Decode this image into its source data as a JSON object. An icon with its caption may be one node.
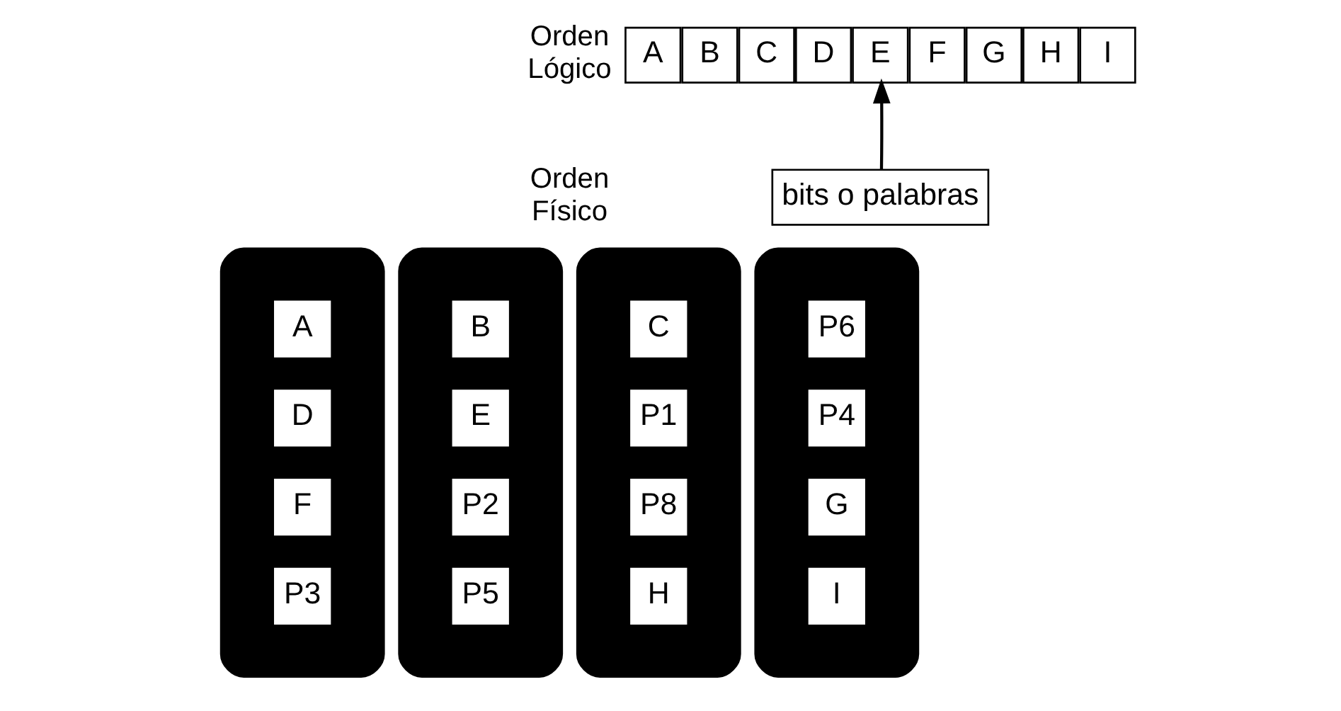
{
  "diagram": {
    "nodes": [
      {
        "text": [
          "A"
        ]
      },
      {
        "text": [
          "B"
        ]
      },
      {
        "text": [
          "C"
        ]
      },
      {
        "text": [
          "D"
        ]
      },
      {
        "text": [
          "E"
        ]
      },
      {
        "text": [
          "F"
        ]
      },
      {
        "text": [
          "G"
        ]
      },
      {
        "text": [
          "H"
        ]
      },
      {
        "text": [
          "I"
        ]
      },
      {
        "text": [
          "bits o palabras"
        ]
      },
      {
        "text": [],
        "shape": "cylinder"
      },
      {
        "text": [
          "A"
        ],
        "in": 10
      },
      {
        "text": [
          "D"
        ],
        "in": 10
      },
      {
        "text": [
          "F"
        ],
        "in": 10
      },
      {
        "text": [
          "P3"
        ],
        "in": 10
      },
      {
        "text": [],
        "shape": "cylinder"
      },
      {
        "text": [
          "B"
        ],
        "in": 15
      },
      {
        "text": [
          "E"
        ],
        "in": 15
      },
      {
        "text": [
          "P2"
        ],
        "in": 15
      },
      {
        "text": [
          "P5"
        ],
        "in": 15
      },
      {
        "text": [],
        "shape": "cylinder"
      },
      {
        "text": [
          "C"
        ],
        "in": 20
      },
      {
        "text": [
          "P1"
        ],
        "in": 20
      },
      {
        "text": [
          "P8"
        ],
        "in": 20
      },
      {
        "text": [
          "H"
        ],
        "in": 20
      },
      {
        "text": [],
        "shape": "cylinder"
      },
      {
        "text": [
          "P6"
        ],
        "in": 25
      },
      {
        "text": [
          "P4"
        ],
        "in": 25
      },
      {
        "text": [
          "G"
        ],
        "in": 25
      },
      {
        "text": [
          "I"
        ],
        "in": 25
      }
    ],
    "edges": [
      {
        "from": 9,
        "to": 4,
        "arrow": "to"
      }
    ],
    "labels": [
      "Orden Lógico",
      "Orden Físico"
    ]
  }
}
